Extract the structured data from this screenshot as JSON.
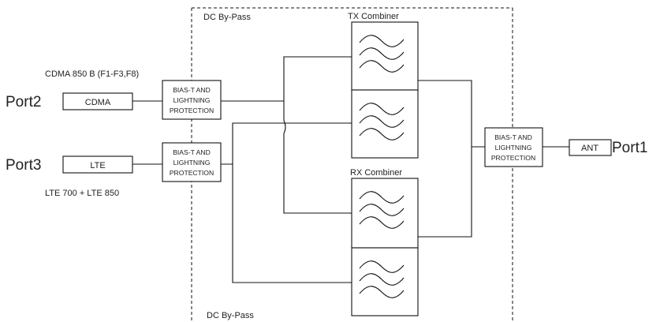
{
  "dc_bypass_top": "DC By-Pass",
  "dc_bypass_bottom": "DC By-Pass",
  "tx_combiner": "TX Combiner",
  "rx_combiner": "RX Combiner",
  "ports": {
    "port2": "Port2",
    "port3": "Port3",
    "port1": "Port1"
  },
  "inputs": {
    "cdma_box": "CDMA",
    "lte_box": "LTE",
    "ant_box": "ANT",
    "cdma_note": "CDMA 850 B (F1-F3,F8)",
    "lte_note": "LTE 700 + LTE 850"
  },
  "bias_t": {
    "line1": "BIAS-T AND",
    "line2": "LIGHTNING",
    "line3": "PROTECTION"
  }
}
